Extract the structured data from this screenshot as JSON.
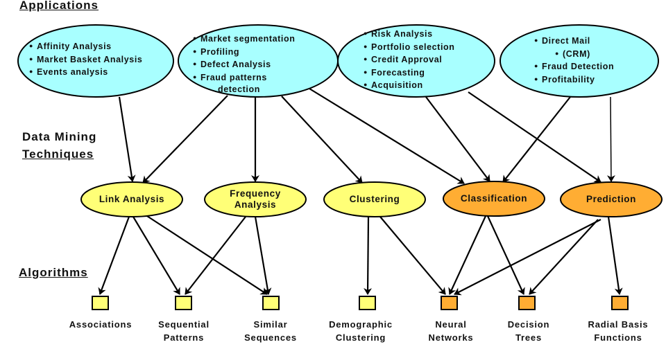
{
  "sections": {
    "applications": "Applications",
    "techniques_line1": "Data Mining",
    "techniques_line2": "Techniques",
    "algorithms": "Algorithms"
  },
  "colors": {
    "application_fill": "#a8ffff",
    "technique_yellow": "#ffff77",
    "technique_orange": "#ffad33",
    "edge": "#000000"
  },
  "applications": [
    {
      "id": "app1",
      "items": [
        "Affinity Analysis",
        "Market Basket Analysis",
        "Events analysis"
      ]
    },
    {
      "id": "app2",
      "items": [
        "Market segmentation",
        "Profiling",
        "Defect Analysis",
        "Fraud patterns"
      ],
      "continuation": "detection"
    },
    {
      "id": "app3",
      "items": [
        "Risk Analysis",
        "Portfolio selection",
        "Credit Approval",
        "Forecasting",
        "Acquisition"
      ]
    },
    {
      "id": "app4",
      "items": [
        "Direct Mail",
        "(CRM)",
        "Fraud Detection",
        "Profitability"
      ]
    }
  ],
  "techniques": [
    {
      "id": "link",
      "label_lines": [
        "Link Analysis"
      ],
      "color": "yellow"
    },
    {
      "id": "freq",
      "label_lines": [
        "Frequency",
        "Analysis"
      ],
      "color": "yellow"
    },
    {
      "id": "clust",
      "label_lines": [
        "Clustering"
      ],
      "color": "yellow"
    },
    {
      "id": "class",
      "label_lines": [
        "Classification"
      ],
      "color": "orange"
    },
    {
      "id": "pred",
      "label_lines": [
        "Prediction"
      ],
      "color": "orange"
    }
  ],
  "algorithms": [
    {
      "id": "assoc",
      "label_lines": [
        "Associations"
      ],
      "color": "yellow"
    },
    {
      "id": "seq",
      "label_lines": [
        "Sequential",
        "Patterns"
      ],
      "color": "yellow"
    },
    {
      "id": "sim",
      "label_lines": [
        "Similar",
        "Sequences"
      ],
      "color": "yellow"
    },
    {
      "id": "demo",
      "label_lines": [
        "Demographic",
        "Clustering"
      ],
      "color": "yellow"
    },
    {
      "id": "nn",
      "label_lines": [
        "Neural",
        "Networks"
      ],
      "color": "orange"
    },
    {
      "id": "dt",
      "label_lines": [
        "Decision",
        "Trees"
      ],
      "color": "orange"
    },
    {
      "id": "rbf",
      "label_lines": [
        "Radial Basis",
        "Functions"
      ],
      "color": "orange"
    }
  ],
  "edges": [
    [
      "app1",
      "link"
    ],
    [
      "app2",
      "link"
    ],
    [
      "app2",
      "freq"
    ],
    [
      "app2",
      "clust"
    ],
    [
      "app2",
      "class"
    ],
    [
      "app3",
      "class"
    ],
    [
      "app3",
      "pred"
    ],
    [
      "app4",
      "class"
    ],
    [
      "app4",
      "pred"
    ],
    [
      "link",
      "assoc"
    ],
    [
      "link",
      "seq"
    ],
    [
      "link",
      "sim"
    ],
    [
      "freq",
      "seq"
    ],
    [
      "freq",
      "sim"
    ],
    [
      "clust",
      "demo"
    ],
    [
      "clust",
      "nn"
    ],
    [
      "class",
      "nn"
    ],
    [
      "class",
      "dt"
    ],
    [
      "pred",
      "nn"
    ],
    [
      "pred",
      "dt"
    ],
    [
      "pred",
      "rbf"
    ]
  ]
}
